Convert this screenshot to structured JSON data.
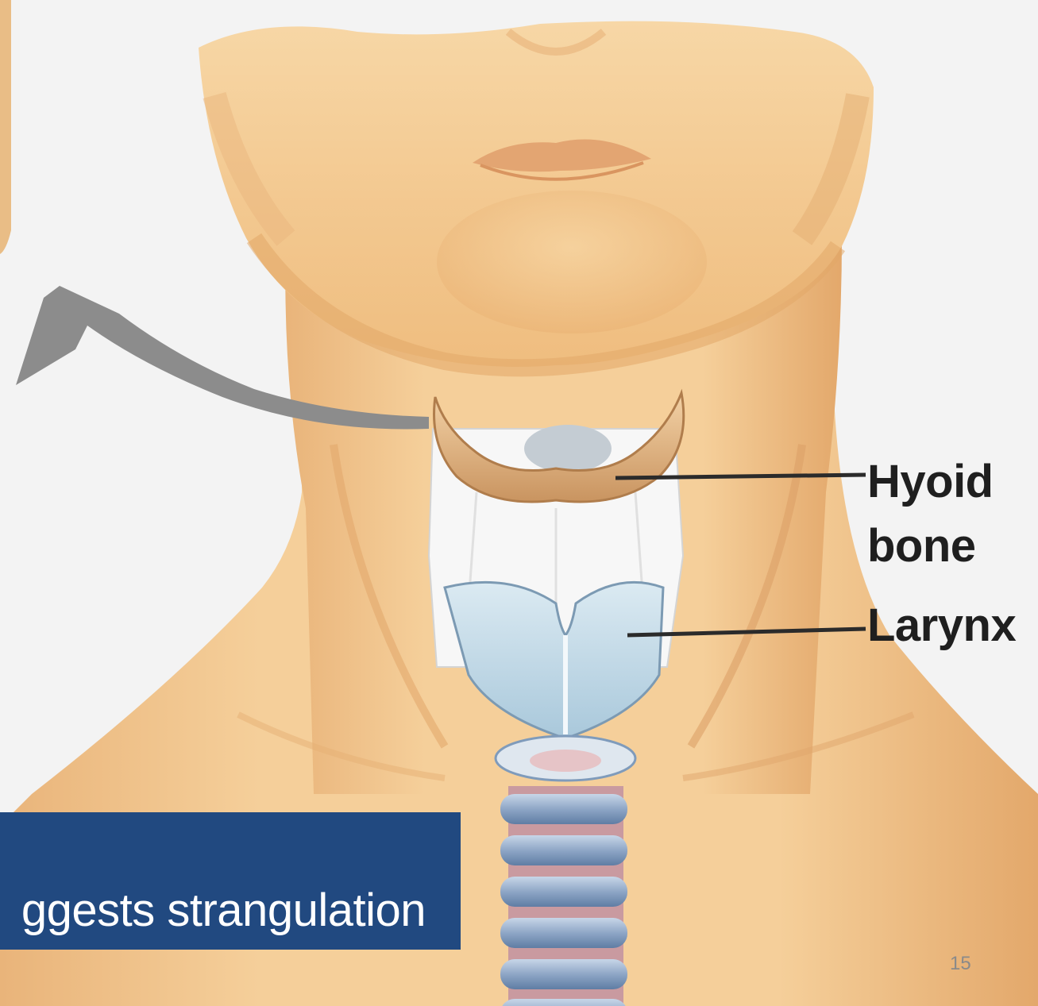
{
  "labels": {
    "hyoid_line1": "Hyoid",
    "hyoid_line2": "bone",
    "larynx": "Larynx"
  },
  "caption": {
    "text": "ggests strangulation"
  },
  "slide_number": "15",
  "colors": {
    "background": "#f3f3f3",
    "skin": "#f2c88f",
    "skin_shadow": "#dea76a",
    "hyoid_bone": "#e2b27a",
    "larynx": "#bcd7e6",
    "trachea_ring": "#8ea6c6",
    "arrow": "#8c8c8c",
    "caption_box": "#214980",
    "caption_text": "#ffffff",
    "label_text": "#1f1f1f"
  },
  "icons": {
    "arrow": "curved-arrow-icon"
  }
}
